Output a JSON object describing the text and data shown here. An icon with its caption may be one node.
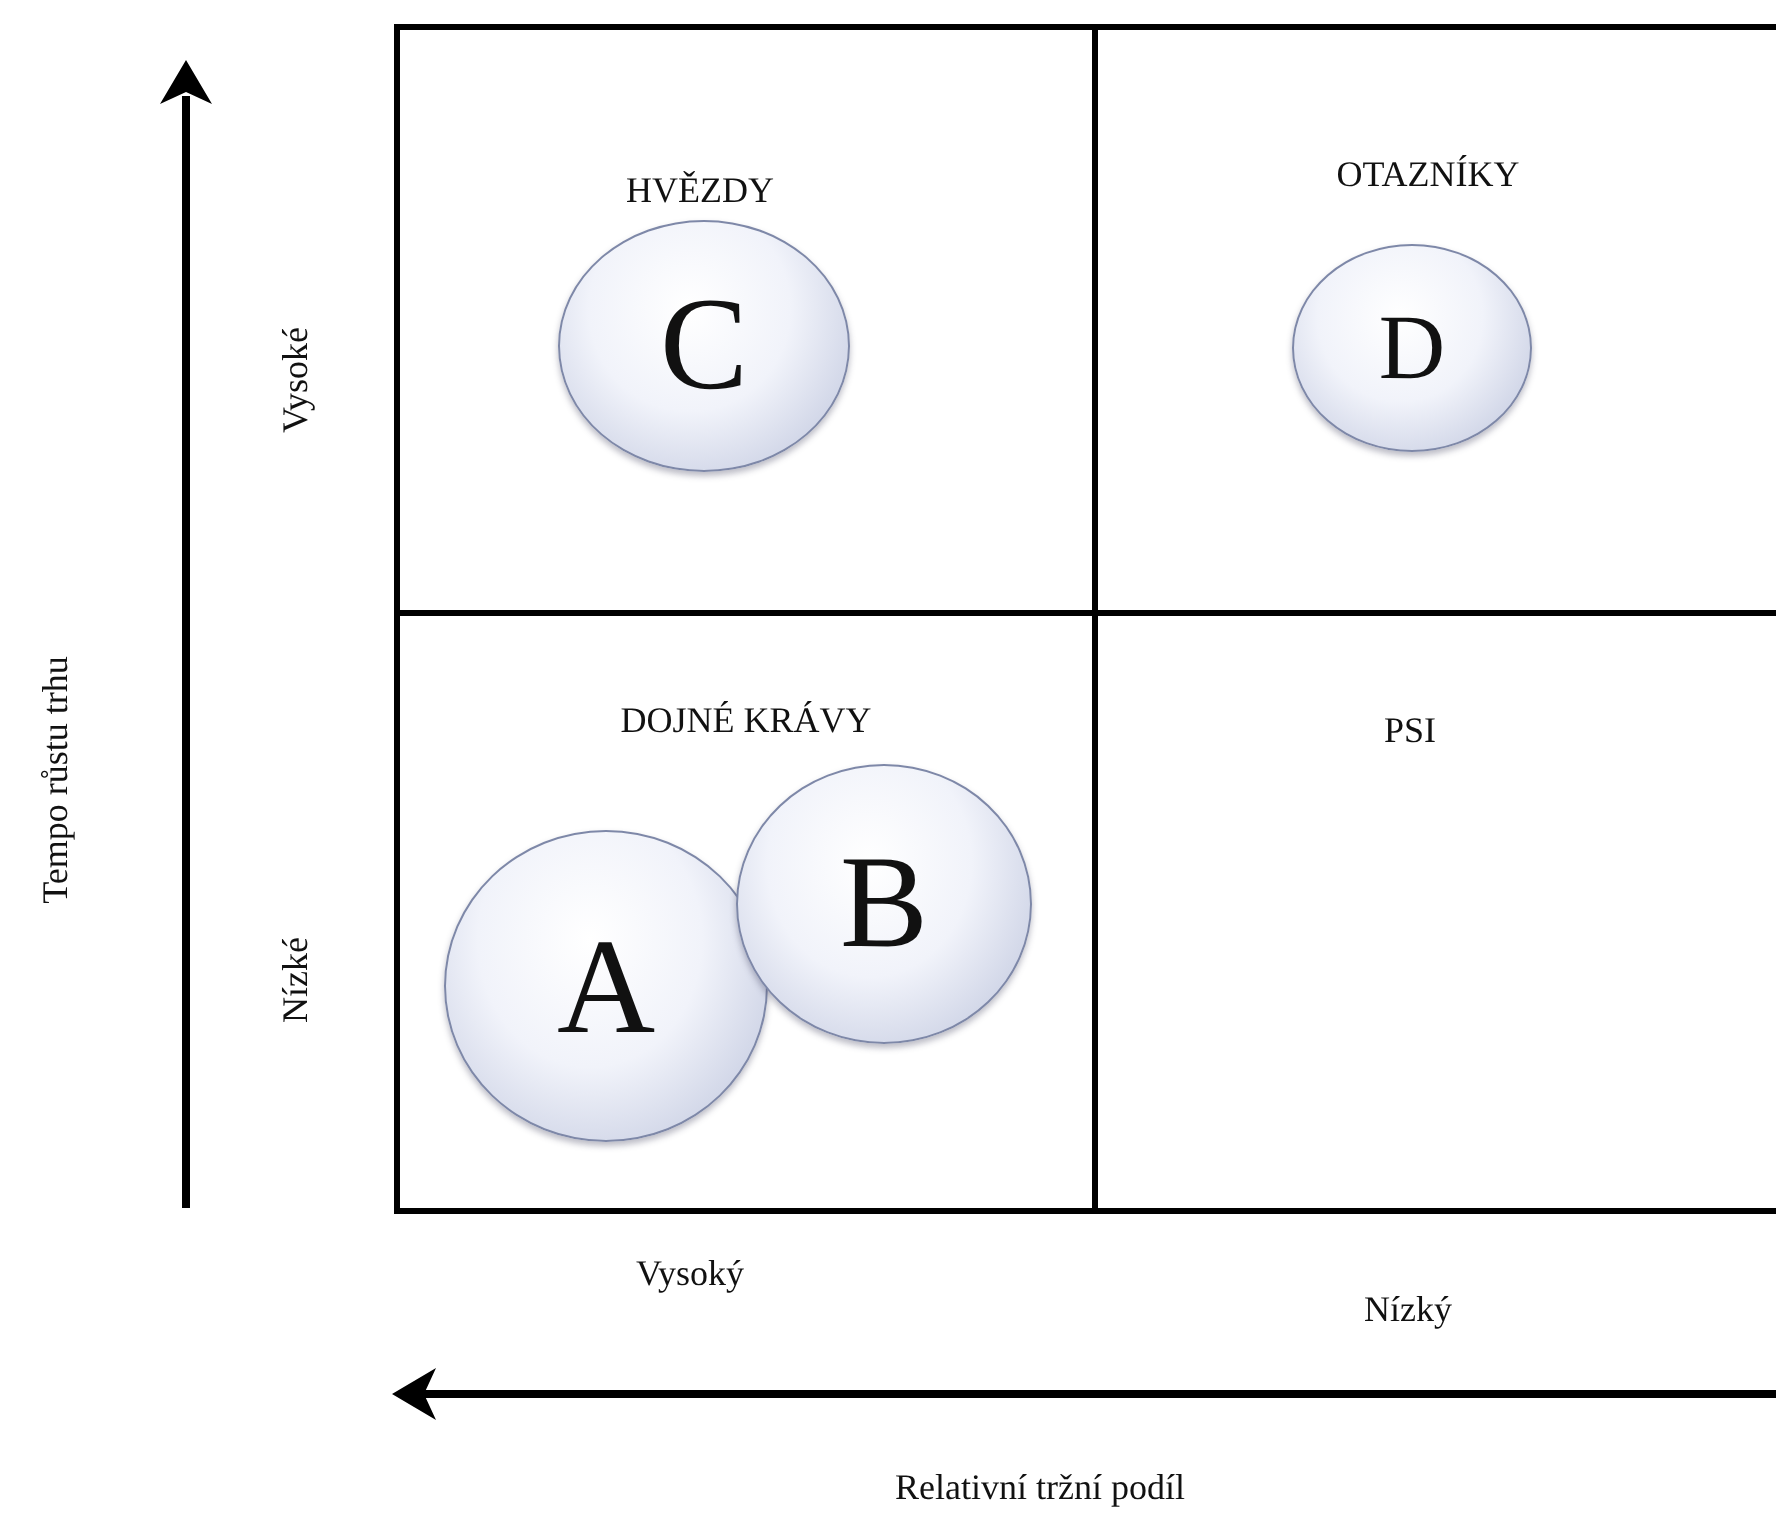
{
  "diagram": {
    "nodes": [
      {
        "text": [
          "HVĚZDY"
        ]
      },
      {
        "text": [
          "C"
        ],
        "in": 0
      },
      {
        "text": [
          "OTAZNÍKY"
        ]
      },
      {
        "text": [
          "D"
        ],
        "in": 2
      },
      {
        "text": [
          "DOJNÉ KRÁVY"
        ]
      },
      {
        "text": [
          "A"
        ],
        "in": 4
      },
      {
        "text": [
          "B"
        ],
        "in": 4
      },
      {
        "text": [
          "PSI"
        ]
      }
    ],
    "labels": [
      "Vysoké",
      "Nízké",
      "Tempo růstu trhu",
      "Vysoký",
      "Nízký",
      "Relativní tržní podíl"
    ]
  }
}
